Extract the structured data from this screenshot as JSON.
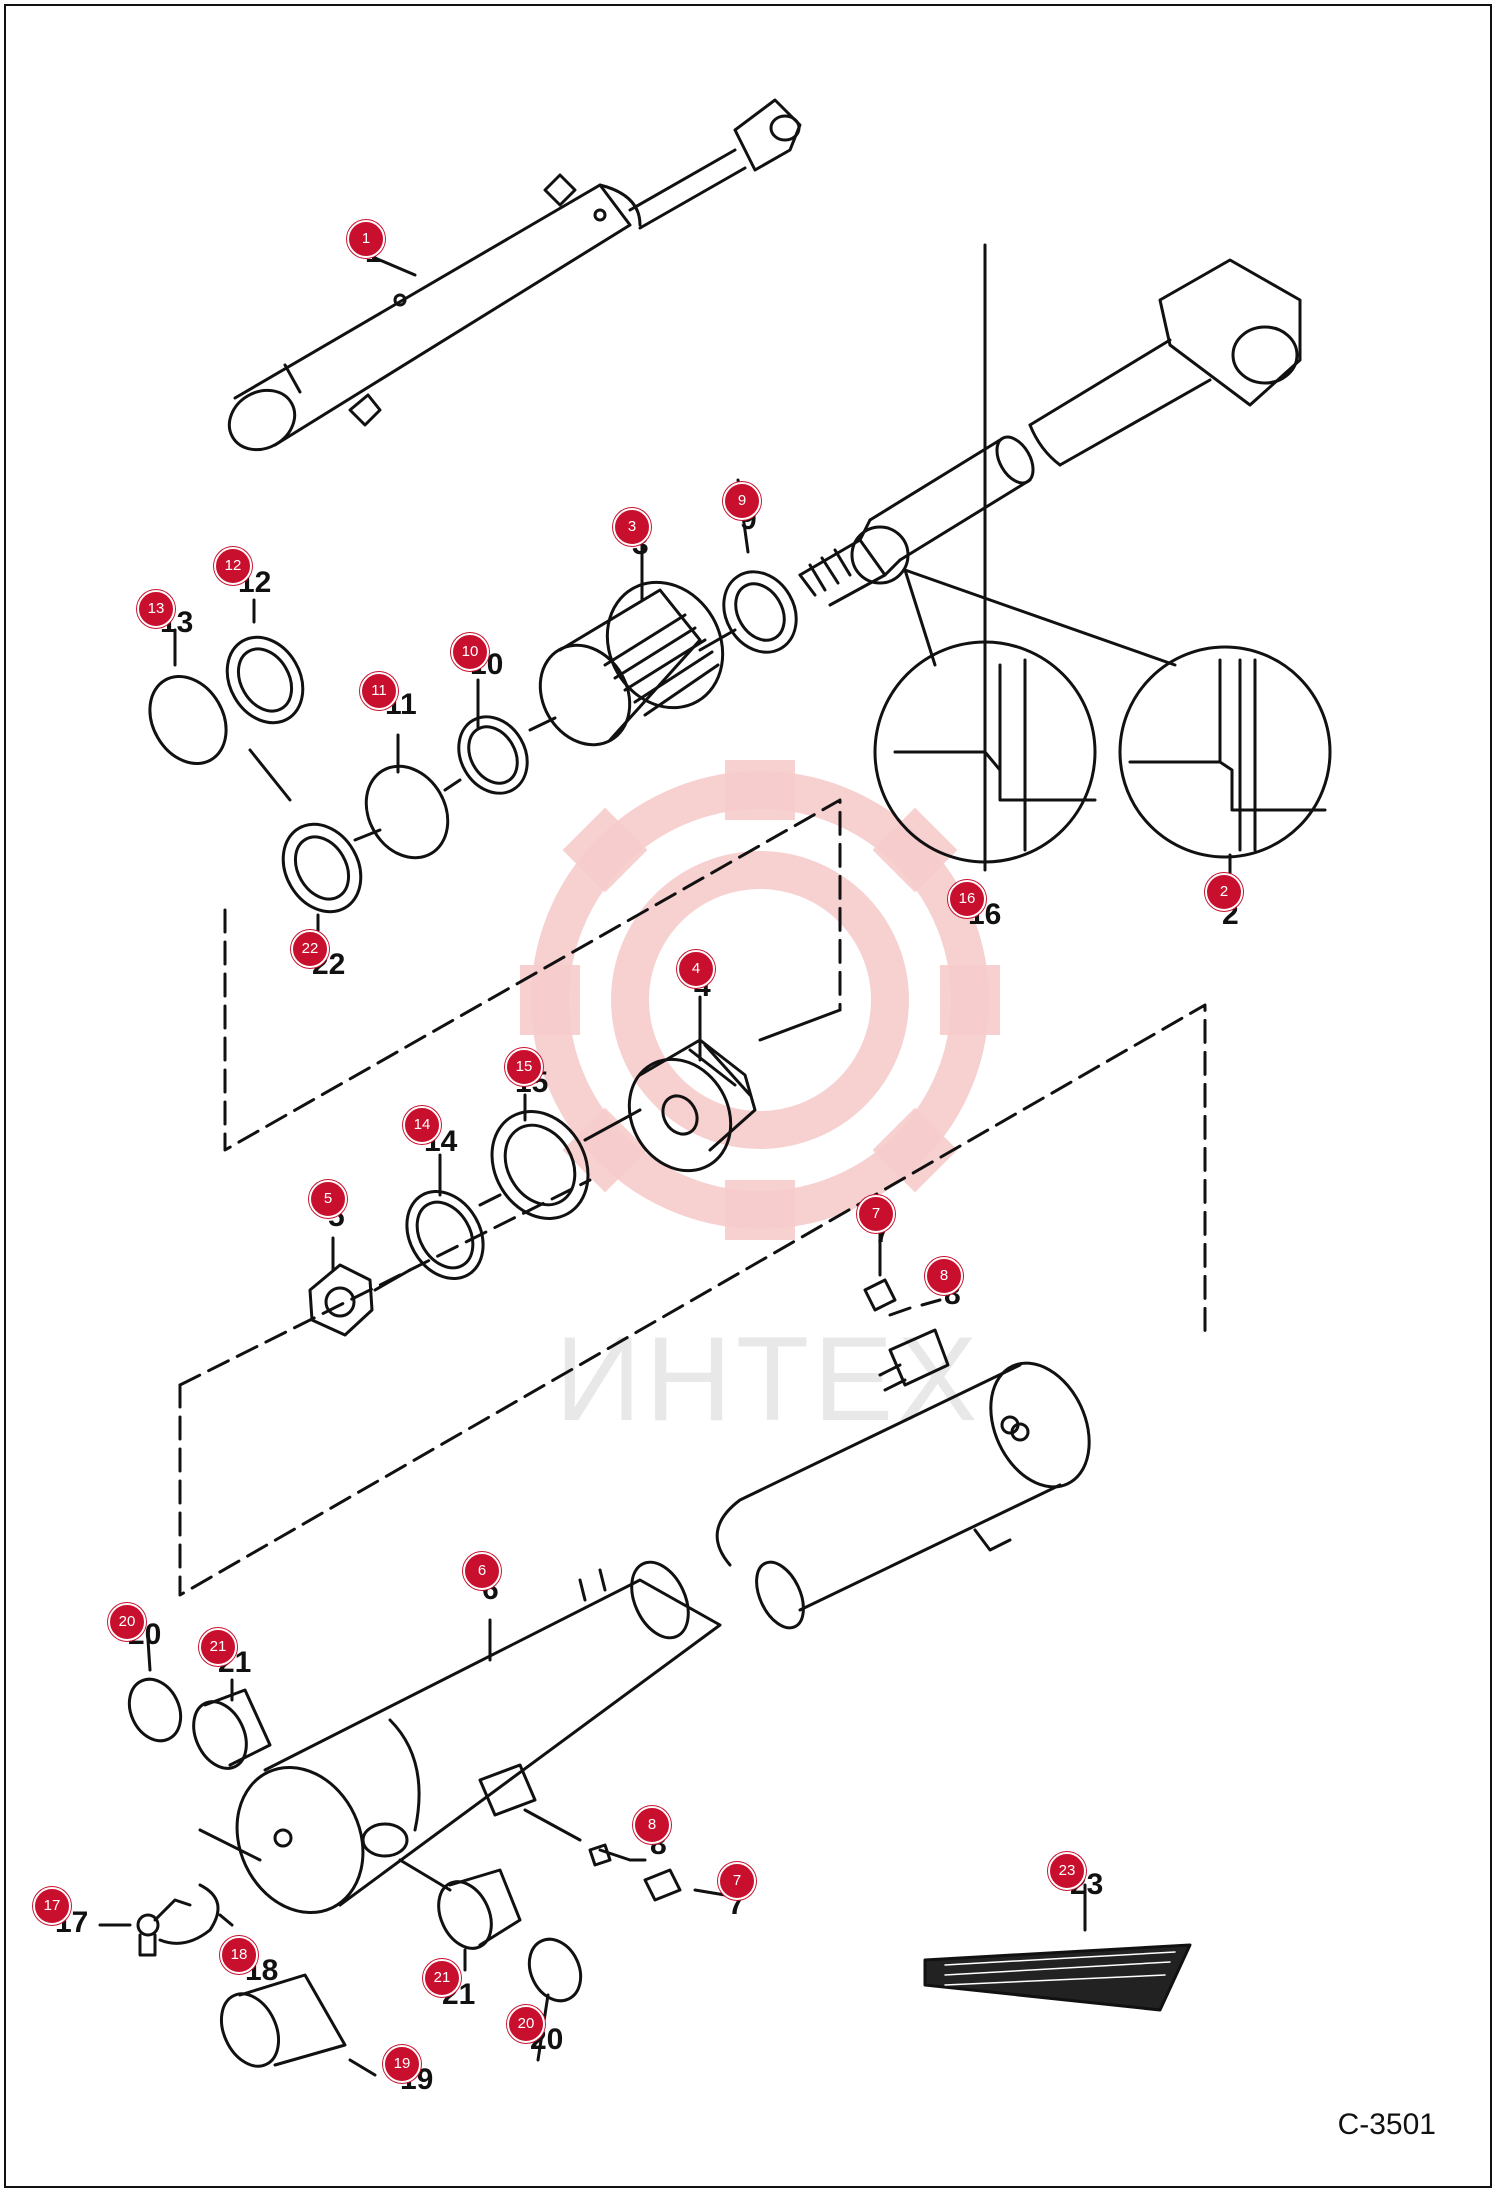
{
  "drawing_code": "C-3501",
  "watermark": {
    "text": "ИНТЕХ",
    "color": "#f6c8c8"
  },
  "marker_color": "#c8102e",
  "parts": [
    {
      "no": "1"
    },
    {
      "no": "2"
    },
    {
      "no": "3"
    },
    {
      "no": "4"
    },
    {
      "no": "5"
    },
    {
      "no": "6"
    },
    {
      "no": "7"
    },
    {
      "no": "8"
    },
    {
      "no": "9"
    },
    {
      "no": "10"
    },
    {
      "no": "11"
    },
    {
      "no": "12"
    },
    {
      "no": "13"
    },
    {
      "no": "14"
    },
    {
      "no": "15"
    },
    {
      "no": "16"
    },
    {
      "no": "17"
    },
    {
      "no": "18"
    },
    {
      "no": "19"
    },
    {
      "no": "20"
    },
    {
      "no": "21"
    },
    {
      "no": "22"
    },
    {
      "no": "23"
    }
  ],
  "callouts": [
    {
      "marker": "1",
      "label": "1"
    },
    {
      "marker": "2",
      "label": "2"
    },
    {
      "marker": "3",
      "label": "3"
    },
    {
      "marker": "4",
      "label": "4"
    },
    {
      "marker": "5",
      "label": "5"
    },
    {
      "marker": "6",
      "label": "6"
    },
    {
      "marker": "7",
      "label": "7"
    },
    {
      "marker": "7",
      "label": "7"
    },
    {
      "marker": "8",
      "label": "8"
    },
    {
      "marker": "8",
      "label": "8"
    },
    {
      "marker": "9",
      "label": "9"
    },
    {
      "marker": "10",
      "label": "10"
    },
    {
      "marker": "11",
      "label": "11"
    },
    {
      "marker": "12",
      "label": "12"
    },
    {
      "marker": "13",
      "label": "13"
    },
    {
      "marker": "14",
      "label": "14"
    },
    {
      "marker": "15",
      "label": "15"
    },
    {
      "marker": "16",
      "label": "16"
    },
    {
      "marker": "17",
      "label": "17"
    },
    {
      "marker": "18",
      "label": "18"
    },
    {
      "marker": "19",
      "label": "19"
    },
    {
      "marker": "20",
      "label": "20"
    },
    {
      "marker": "20",
      "label": "20"
    },
    {
      "marker": "21",
      "label": "21"
    },
    {
      "marker": "21",
      "label": "21"
    },
    {
      "marker": "22",
      "label": "22"
    },
    {
      "marker": "23",
      "label": "23"
    }
  ]
}
